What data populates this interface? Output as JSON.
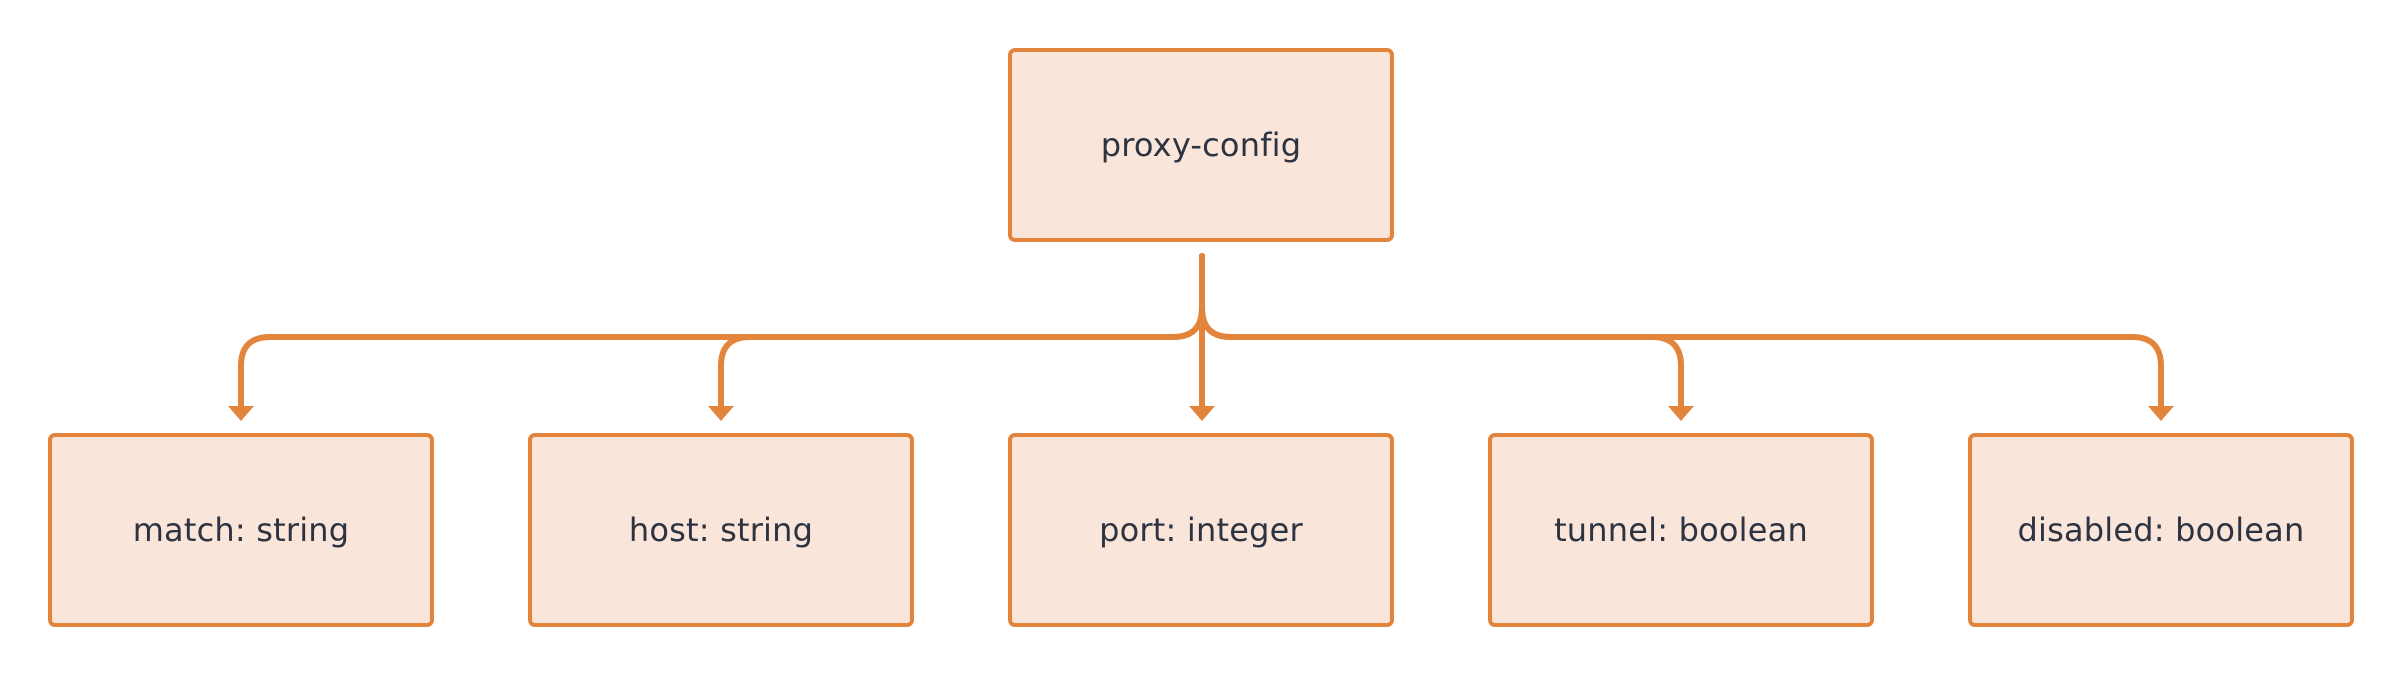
{
  "diagram": {
    "root": {
      "label": "proxy-config"
    },
    "children": [
      {
        "label": "match: string"
      },
      {
        "label": "host: string"
      },
      {
        "label": "port: integer"
      },
      {
        "label": "tunnel: boolean"
      },
      {
        "label": "disabled: boolean"
      }
    ],
    "colors": {
      "stroke": "#e2843c",
      "fill": "#f9e5da",
      "text": "#2d3340",
      "background": "#ffffff"
    }
  }
}
